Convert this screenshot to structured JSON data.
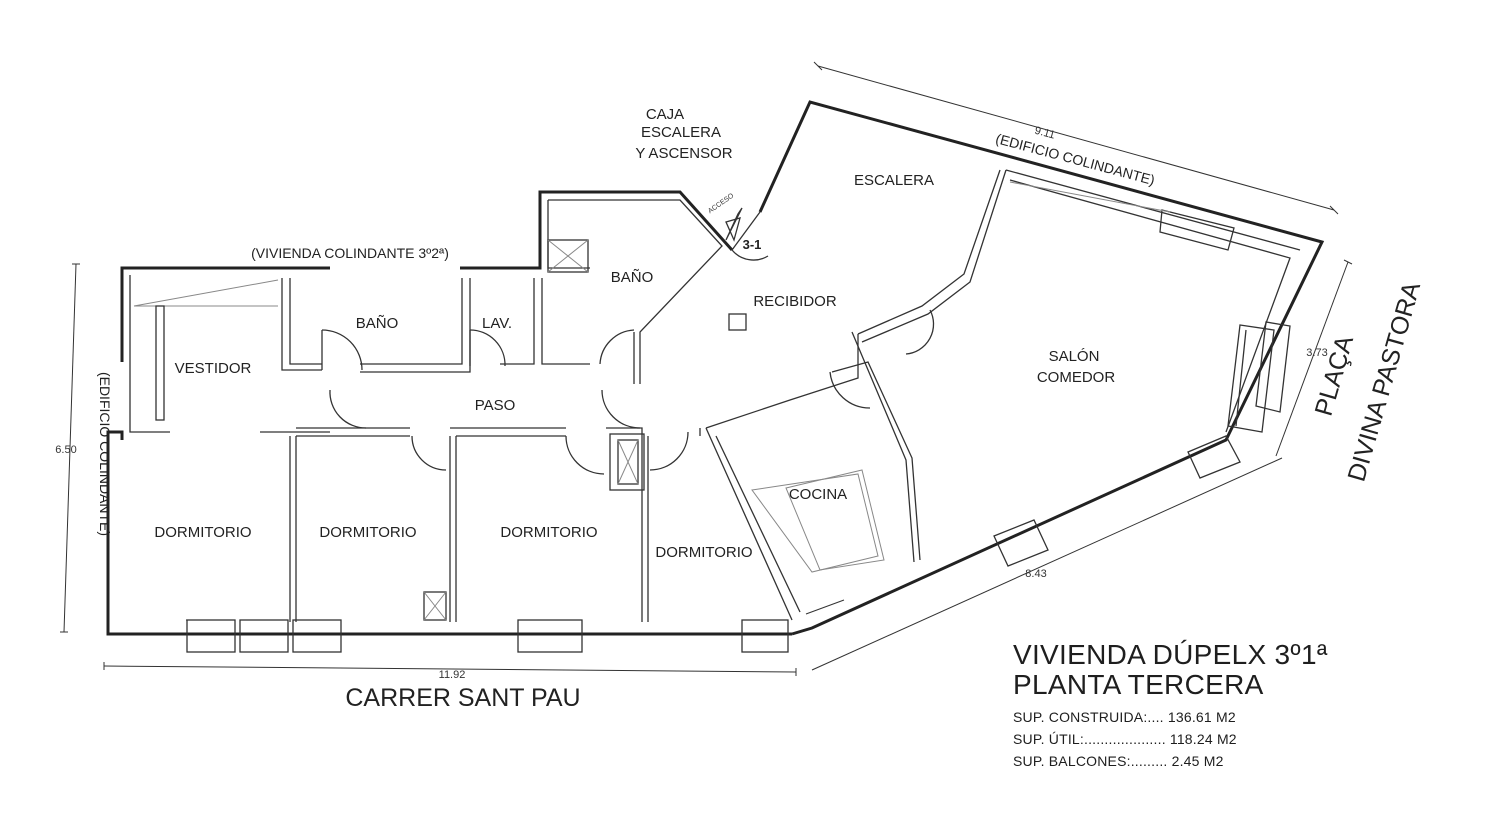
{
  "rooms": {
    "caja_line1": "CAJA",
    "caja_line2": "ESCALERA",
    "caja_line3": "Y ASCENSOR",
    "acceso": "ACCESO",
    "door_id": "3-1",
    "escalera": "ESCALERA",
    "edificio_top": "(EDIFICIO COLINDANTE)",
    "vivienda_colindante": "(VIVIENDA COLINDANTE 3º2ª)",
    "bano_top": "BAÑO",
    "bano": "BAÑO",
    "lav": "LAV.",
    "recibidor": "RECIBIDOR",
    "vestidor": "VESTIDOR",
    "paso": "PASO",
    "salon_line1": "SALÓN",
    "salon_line2": "COMEDOR",
    "cocina": "COCINA",
    "dorm1": "DORMITORIO",
    "dorm2": "DORMITORIO",
    "dorm3": "DORMITORIO",
    "dorm4": "DORMITORIO",
    "edificio_left": "(EDIFICIO COLINDANTE)"
  },
  "dimensions": {
    "top": "9.11",
    "left": "6.50",
    "right": "3.73",
    "bottom_left": "11.92",
    "bottom_right": "8.43"
  },
  "streets": {
    "carrer": "CARRER SANT PAU",
    "placa_line1": "PLAÇA",
    "placa_line2": "DIVINA PASTORA"
  },
  "summary": {
    "title1": "VIVIENDA DÚPELX 3º1ª",
    "title2": "PLANTA TERCERA",
    "construida": "SUP. CONSTRUIDA:.... 136.61 M2",
    "util": "SUP. ÚTIL:.................... 118.24 M2",
    "balcones": "SUP. BALCONES:......... 2.45 M2"
  }
}
